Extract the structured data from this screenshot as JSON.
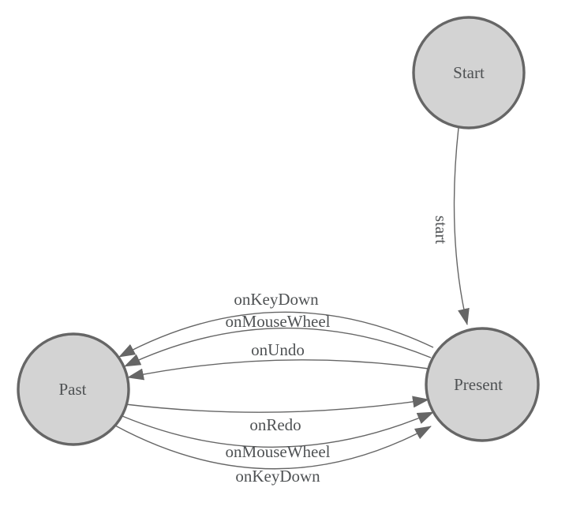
{
  "diagram": {
    "type": "state-machine",
    "colors": {
      "background": "#ffffff",
      "node_fill": "#d3d3d3",
      "node_stroke": "#666666",
      "edge_stroke": "#666666",
      "text_color": "#4f5254"
    },
    "nodes": [
      {
        "id": "start",
        "label": "Start"
      },
      {
        "id": "present",
        "label": "Present"
      },
      {
        "id": "past",
        "label": "Past"
      }
    ],
    "edges": [
      {
        "from": "start",
        "to": "present",
        "label": "start"
      },
      {
        "from": "present",
        "to": "past",
        "label": "onKeyDown"
      },
      {
        "from": "present",
        "to": "past",
        "label": "onMouseWheel"
      },
      {
        "from": "present",
        "to": "past",
        "label": "onUndo"
      },
      {
        "from": "past",
        "to": "present",
        "label": "onRedo"
      },
      {
        "from": "past",
        "to": "present",
        "label": "onMouseWheel"
      },
      {
        "from": "past",
        "to": "present",
        "label": "onKeyDown"
      }
    ]
  }
}
